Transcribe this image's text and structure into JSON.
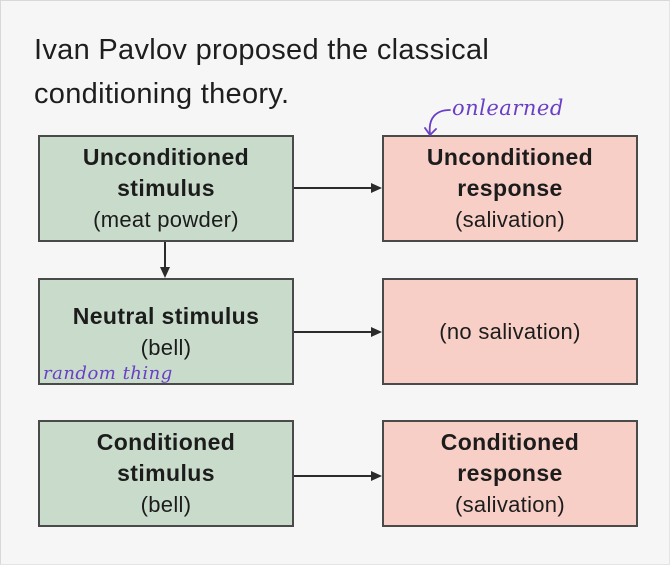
{
  "title": {
    "line1": "Ivan Pavlov proposed the classical",
    "line2": "conditioning theory."
  },
  "boxes": {
    "ucs": {
      "main1": "Unconditioned",
      "main2": "stimulus",
      "sub": "(meat powder)"
    },
    "ucr": {
      "main1": "Unconditioned",
      "main2": "response",
      "sub": "(salivation)"
    },
    "ns": {
      "main1": "Neutral stimulus",
      "sub": "(bell)"
    },
    "nr": {
      "sub": "(no salivation)"
    },
    "cs": {
      "main1": "Conditioned",
      "main2": "stimulus",
      "sub": "(bell)"
    },
    "cr": {
      "main1": "Conditioned",
      "main2": "response",
      "sub": "(salivation)"
    }
  },
  "annotations": {
    "top": "onlearned",
    "bottom": "random thing"
  },
  "colors": {
    "stimulus_fill": "#c9dccb",
    "response_fill": "#f8cfc6",
    "annotation_ink": "#6a3fc6"
  }
}
